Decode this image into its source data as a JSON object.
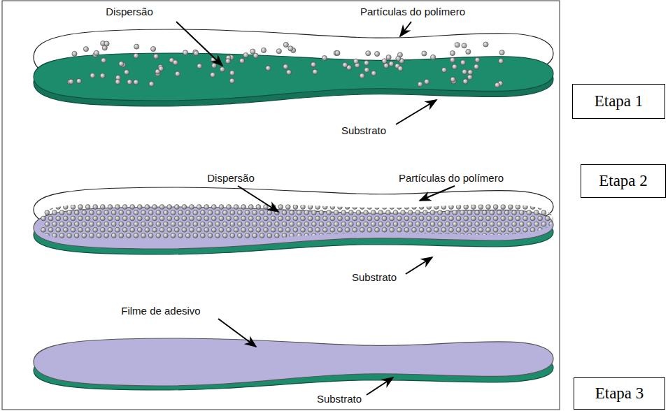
{
  "diagram": {
    "nodes": [
      {
        "text": [
          "Etapa 1"
        ]
      },
      {
        "text": [
          "Etapa 2"
        ]
      },
      {
        "text": [
          "Etapa 3"
        ]
      }
    ],
    "labels": [
      "Dispersão",
      "Partículas do polímero",
      "Substrato",
      "Dispersão",
      "Partículas do polímero",
      "Substrato",
      "Filme de adesivo",
      "Substrato"
    ]
  }
}
